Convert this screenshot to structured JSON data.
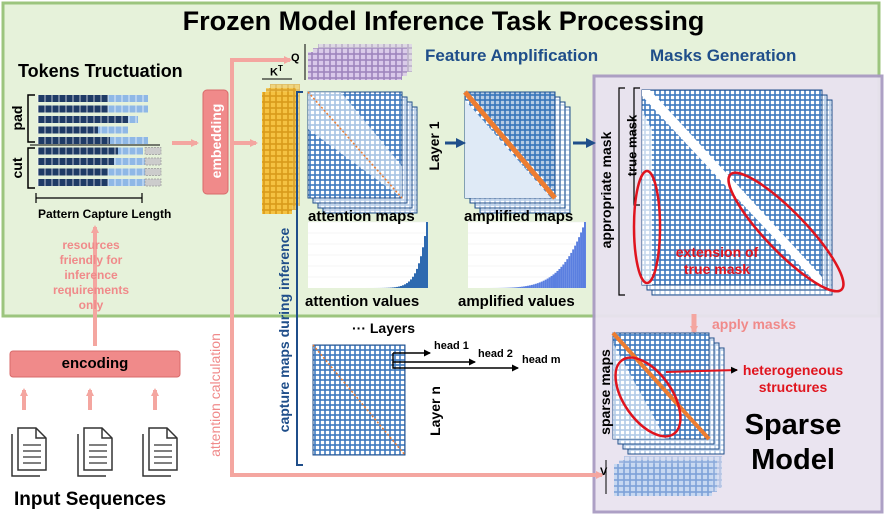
{
  "title": "Frozen Model Inference Task Processing",
  "sections": {
    "tokens_truncation": "Tokens Tructuation",
    "feature_amplification": "Feature Amplification",
    "masks_generation": "Masks Generation",
    "sparse_model": "Sparse Model"
  },
  "labels": {
    "pad": "pad",
    "cut": "cut",
    "pattern_capture_length": "Pattern Capture Length",
    "embedding": "embedding",
    "q": "Q",
    "kt": "K",
    "kt_sup": "T",
    "v": "V",
    "layer1": "Layer 1",
    "layern": "Layer n",
    "attention_maps": "attention maps",
    "amplified_maps": "amplified maps",
    "attention_values": "attention values",
    "amplified_values": "amplified values",
    "more_layers": "··· Layers",
    "head1": "head 1",
    "head2": "head 2",
    "headm": "head m",
    "capture_maps": "capture maps during inference",
    "attention_calculation": "attention calculation",
    "resources_note": [
      "resources",
      "friendly for",
      "inference",
      "requirements",
      "only"
    ],
    "encoding": "encoding",
    "input_sequences": "Input Sequences",
    "appropriate_mask": "appropriate mask",
    "true_mask": "true mask",
    "extension_of_true_mask": [
      "extension of",
      "true mask"
    ],
    "apply_masks": "apply masks",
    "sparse_maps": "sparse maps",
    "heterogeneous_structures": [
      "heterogeneous",
      "structures"
    ]
  },
  "colors": {
    "green_bg": "#e6f2da",
    "green_border": "#9cc57e",
    "purple_bg": "#e9e3f0",
    "purple_border": "#a99bc2",
    "blue_dark": "#1f4e8a",
    "blue_mid": "#3d7ac0",
    "cell_light": "#ffffff",
    "orange": "#ed7d31",
    "pink": "#f4a6a0",
    "salmon_box": "#f08a8a",
    "red_text": "#e0141e",
    "title_blue": "#1f4e8a",
    "yellow": "#f5c242",
    "lilac": "#c9b3dd"
  },
  "icons": [
    "document-icon",
    "document-icon",
    "document-icon"
  ]
}
